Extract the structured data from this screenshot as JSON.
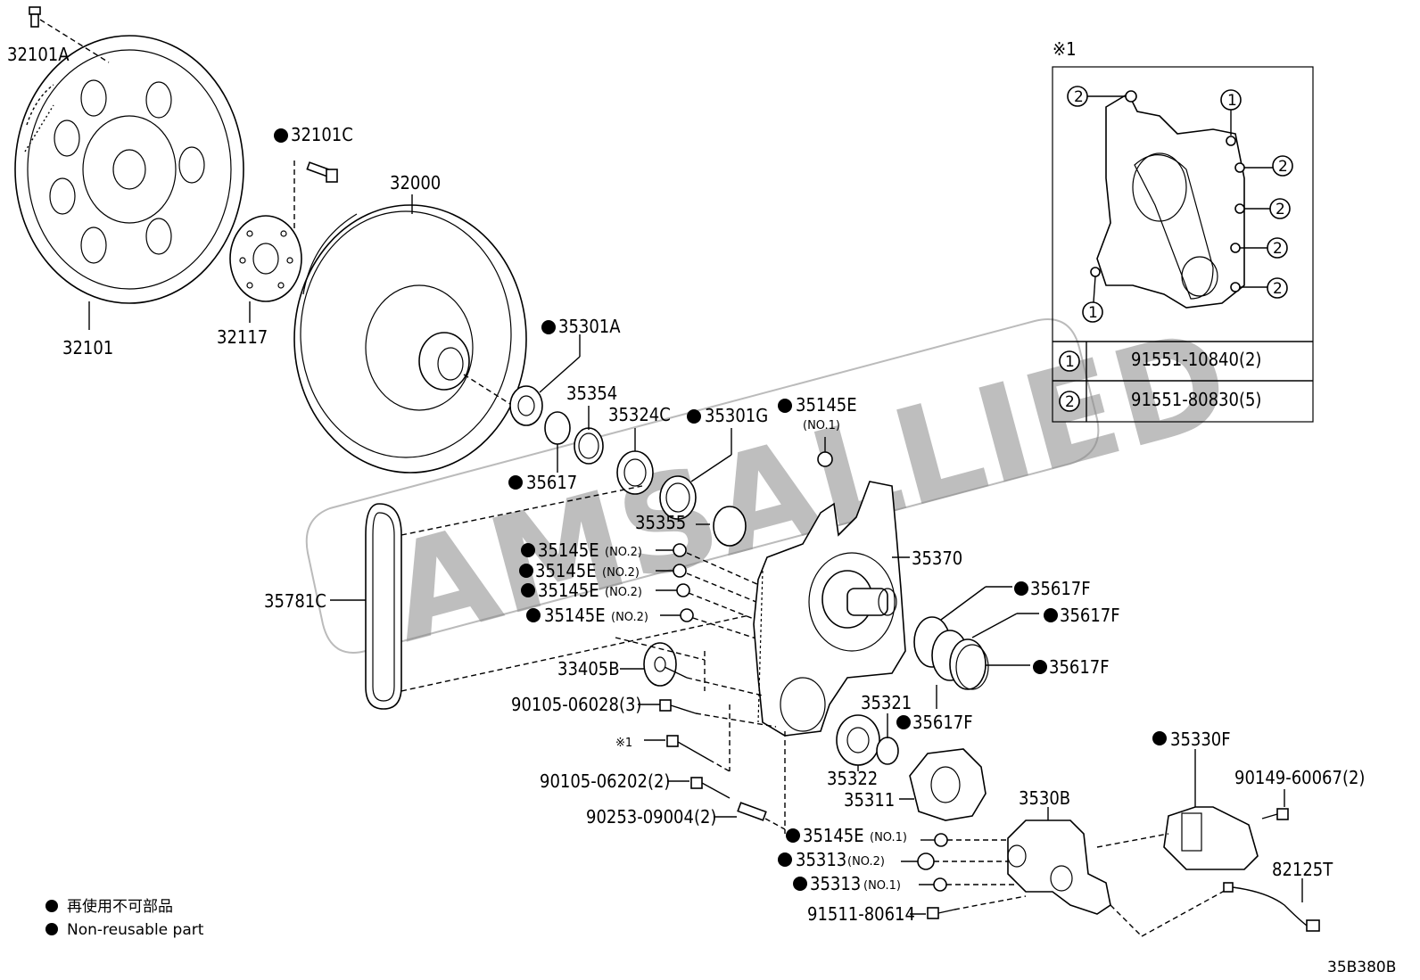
{
  "watermark": "AMSALLIED",
  "diagram_code": "35B380B",
  "legend": {
    "item1_text": "再使用不可部品",
    "item2_text": "Non-reusable part"
  },
  "inset": {
    "ref_mark": "※1",
    "rows": [
      {
        "circle": "1",
        "part": "91551-10840(2)"
      },
      {
        "circle": "2",
        "part": "91551-80830(5)"
      }
    ]
  },
  "labels": {
    "p32101A": "32101A",
    "p32101C": "32101C",
    "p32000": "32000",
    "p32101": "32101",
    "p32117": "32117",
    "p35301A": "35301A",
    "p35354": "35354",
    "p35324C": "35324C",
    "p35301G": "35301G",
    "p35145E_top": "35145E",
    "no1": "(NO.1)",
    "no2": "(NO.2)",
    "p35617": "35617",
    "p35355": "35355",
    "p35145E_a": "35145E",
    "p35145E_b": "35145E",
    "p35145E_c": "35145E",
    "p35145E_d": "35145E",
    "p35370": "35370",
    "p35781C": "35781C",
    "p35617F_1": "35617F",
    "p35617F_2": "35617F",
    "p35617F_3": "35617F",
    "p35617F_4": "35617F",
    "p33405B": "33405B",
    "p35321": "35321",
    "p90105_06028": "90105-06028(3)",
    "ref1": "※1",
    "p35322": "35322",
    "p35311": "35311",
    "p90105_06202": "90105-06202(2)",
    "p90253_09004": "90253-09004(2)",
    "p3530B": "3530B",
    "p35330F": "35330F",
    "p90149_60067": "90149-60067(2)",
    "p35145E_e": "35145E",
    "p35313_a": "35313",
    "p35313_b": "35313",
    "p82125T": "82125T",
    "p91511_80614": "91511-80614"
  }
}
